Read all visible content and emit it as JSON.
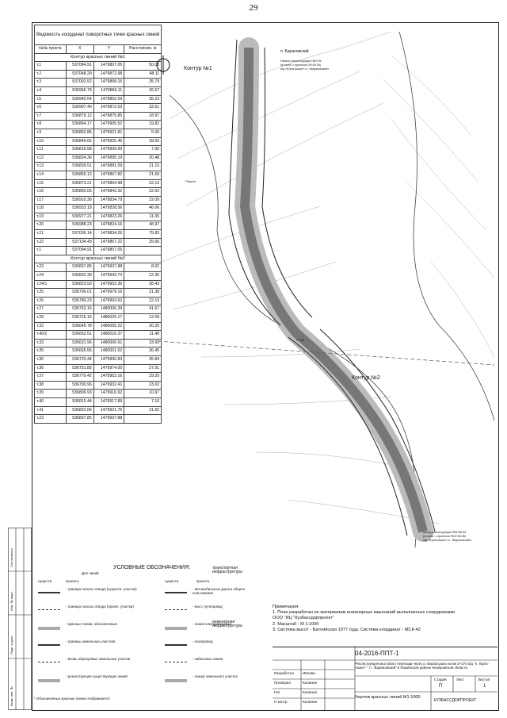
{
  "page": {
    "number": "29"
  },
  "coords_table": {
    "title": "Ведомость координат поворотных точек красных линий",
    "headers": [
      "№№ пункта",
      "X",
      "Y",
      "Расстояние, м"
    ],
    "sections": [
      {
        "title": "Контур красных линий №1",
        "rows": [
          [
            "т.1",
            "537094.91",
            "1479807.05",
            "50.00"
          ],
          [
            "т.2",
            "537048.29",
            "1479872.98",
            "48.11"
          ],
          [
            "т.3",
            "537002.52",
            "1479858.15",
            "35.79"
          ],
          [
            "т.4",
            "536966.79",
            "1479856.11",
            "26.57"
          ],
          [
            "т.5",
            "536940.54",
            "1479852.09",
            "35.23"
          ],
          [
            "т.6",
            "536907.40",
            "1479872.03",
            "33.51"
          ],
          [
            "т.7",
            "536879.12",
            "1479875.85",
            "18.97"
          ],
          [
            "т.8",
            "536864.17",
            "1479905.52",
            "19.82"
          ],
          [
            "т.9",
            "536852.85",
            "1479921.81",
            "5.00"
          ],
          [
            "т.10",
            "536849.65",
            "1479925.46",
            "39.00"
          ],
          [
            "т.11",
            "536819.58",
            "1479909.90",
            "7.00"
          ],
          [
            "т.12",
            "536824.36",
            "1479895.19",
            "20.48"
          ],
          [
            "т.13",
            "536839.51",
            "1479881.59",
            "21.15"
          ],
          [
            "т.14",
            "536855.12",
            "1479867.82",
            "21.69"
          ],
          [
            "т.15",
            "536873.21",
            "1479854.98",
            "22.15"
          ],
          [
            "т.16",
            "536892.05",
            "1479842.32",
            "22.02"
          ],
          [
            "т.17",
            "536910.36",
            "1479834.79",
            "22.09"
          ],
          [
            "т.18",
            "536933.18",
            "1479828.56",
            "46.06"
          ],
          [
            "т.19",
            "536977.21",
            "1479823.26",
            "11.05"
          ],
          [
            "т.20",
            "536988.23",
            "1479824.16",
            "48.97"
          ],
          [
            "т.21",
            "537036.14",
            "1479834.26",
            "75.83"
          ],
          [
            "т.22",
            "537104.43",
            "1479867.22",
            "25.66"
          ],
          [
            "т.1",
            "537094.91",
            "1479807.05",
            ""
          ]
        ]
      },
      {
        "title": "Контур красных линий №2",
        "rows": [
          [
            "т.23",
            "536837.85",
            "1479937.88",
            "8.02"
          ],
          [
            "т.24",
            "536832.39",
            "1479943.73",
            "12.36"
          ],
          [
            "т.24/1",
            "536823.53",
            "1479952.36",
            "38.43"
          ],
          [
            "т.25",
            "536796.01",
            "1479979.16",
            "21.38"
          ],
          [
            "т.26",
            "536780.23",
            "1479993.62",
            "22.15"
          ],
          [
            "т.27",
            "536762.16",
            "1480006.39",
            "41.67"
          ],
          [
            "т.28",
            "536725.16",
            "1480025.17",
            "12.09"
          ],
          [
            "т.32",
            "536645.78",
            "1480055.22",
            "20.26"
          ],
          [
            "т.40/2",
            "536652.51",
            "1480016.37",
            "11.48"
          ],
          [
            "т.33",
            "536631.96",
            "1480006.91",
            "33.92"
          ],
          [
            "т.35",
            "536665.56",
            "1480001.62",
            "36.45"
          ],
          [
            "т.36",
            "536720.44",
            "1479990.83",
            "35.84"
          ],
          [
            "т.36",
            "536751.85",
            "1479974.00",
            "27.91"
          ],
          [
            "т.37",
            "536770.42",
            "1479953.16",
            "29.20"
          ],
          [
            "т.38",
            "536790.96",
            "1479932.41",
            "23.02"
          ],
          [
            "т.39",
            "536806.93",
            "1479916.92",
            "10.97"
          ],
          [
            "т.40",
            "536815.44",
            "1479917.89",
            "7.10"
          ],
          [
            "т.41",
            "536822.06",
            "1479921.76",
            "21.60"
          ],
          [
            "т.23",
            "536837.85",
            "1479937.88",
            ""
          ]
        ]
      }
    ]
  },
  "map": {
    "contour1_label": "Контур №1",
    "contour2_label": "Контур №2",
    "village_label": "п. Барановский",
    "ruler_start_label": "Начало реконструкции ПК0+00",
    "ruler_start_coords": "(в соотв. с проектом 29+00.00)",
    "ruler_start_road": "а/д «Юрга-Ашкит»-п. «Барановский»",
    "ruler_end_label": "Конец реконструкции ПК5+56.94",
    "ruler_end_coords": "(в соотв. с проектом ПК3+48.98)",
    "ruler_end_road": "а/д «Юрга-Ашкит»-п. «Барановский»",
    "mark_label": "ГЗ 30",
    "plot_label": "Пашня"
  },
  "legend": {
    "title": "УСЛОВНЫЕ ОБОЗНАЧЕНИЯ:",
    "subtitle1": "Для линий",
    "subtitle2": "транспортная инфраструктура",
    "subtitle3": "инженерная инфраструктура",
    "col_headers": [
      "существ.",
      "проектн.",
      "существ.",
      "проектн."
    ],
    "items": [
      "- граница полосы отвода (существ. участки)",
      "- граница полосы отвода (проект. участки)",
      "- красные линии, обозначенные",
      "- границы земельных участков",
      "- вновь образуемые земельные участки",
      "- реконструкция существующих линий",
      "- автомобильные дороги общего пользования",
      "- мост, путепровод",
      "- линия электропередач",
      "- газопровод",
      "- кабельные линии",
      "- номер земельного участка"
    ],
    "footnote": "* Обозначенные красные линии отображаются"
  },
  "notes": {
    "title": "Примечания:",
    "lines": [
      "1. План разработан по материалам инженерных изысканий выполненных сотрудниками",
      "ООО \"ИЦ \"Кузбассдорпроект\"",
      "2. Масштаб - М 1:1000",
      "3. Система высот - Балтийская 1977 года. Система координат - МСК-42"
    ]
  },
  "stamp": {
    "code": "04-2016-ППТ-1",
    "description": "Реконструкция мостового перехода через р. Барзасушка на км 2+270 а/д \"п. Юрга-Ашкит\" - п. \"Барановский\" в Яшкинском районе Кемеровской области",
    "stage_label": "Стадия",
    "sheet_label": "Лист",
    "sheets_label": "Листов",
    "stage": "П",
    "sheet": "1",
    "sheet_title": "Чертеж красных линий М1:1000",
    "org": "КУЗБАССДОРПРОЕКТ",
    "roles": [
      "Разработал",
      "Проверил",
      "Гип",
      "Н.контр."
    ],
    "names": [
      "Ивлева",
      "Калинин",
      "Калинин",
      "Калинин"
    ]
  },
  "side_stamp": {
    "cells": [
      "Согласовано",
      "Инв. № подл.",
      "Подп. и дата",
      "Взам. инв. №"
    ]
  }
}
